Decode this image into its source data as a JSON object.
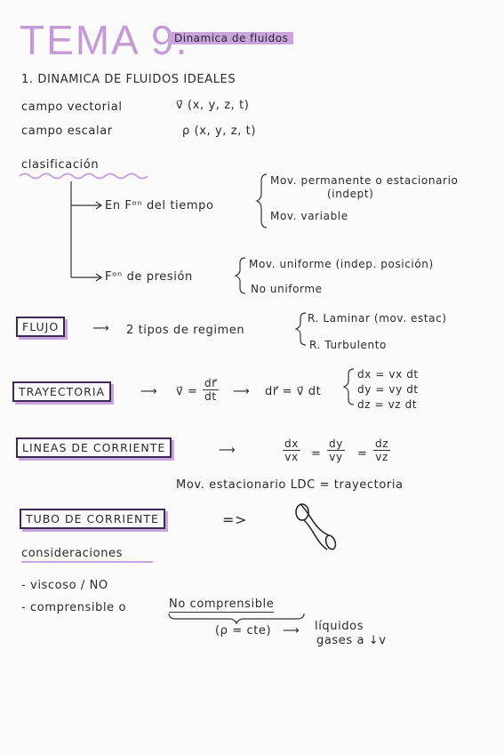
{
  "header": {
    "tema": "TEMA 9.",
    "subtitle": "Dinamica de fluidos"
  },
  "section1": {
    "heading": "1. DINAMICA DE FLUIDOS IDEALES",
    "campo_vectorial_label": "campo vectorial",
    "campo_vectorial_expr": "v⃗ (x, y, z, t)",
    "campo_escalar_label": "campo escalar",
    "campo_escalar_expr": "ρ (x, y, z, t)"
  },
  "clasificacion": {
    "label": "clasificación",
    "branch1_label": "En Fᵒⁿ del tiempo",
    "branch1_option1": "Mov. permanente o estacionario",
    "branch1_option1_note": "(indept)",
    "branch1_option2": "Mov. variable",
    "branch2_label": "Fᵒⁿ de presión",
    "branch2_option1": "Mov. uniforme (indep. posición)",
    "branch2_option2": "No uniforme"
  },
  "flujo": {
    "box": "FLUJO",
    "text": "2 tipos de regimen",
    "option1": "R. Laminar (mov. estac)",
    "option2": "R. Turbulento"
  },
  "trayectoria": {
    "box": "TRAYECTORIA",
    "v_eq": "v⃗ =",
    "dr": "dr⃗",
    "dt": "dt",
    "dr_eq": "dr⃗ = v⃗ dt",
    "eq1": "dx = vx dt",
    "eq2": "dy = vy dt",
    "eq3": "dz = vz dt"
  },
  "lineas": {
    "box": "LINEAS DE CORRIENTE",
    "n1": "dx",
    "d1": "vx",
    "n2": "dy",
    "d2": "vy",
    "n3": "dz",
    "d3": "vz",
    "note": "Mov. estacionario LDC = trayectoria"
  },
  "tubo": {
    "box": "TUBO DE CORRIENTE",
    "arrow": "=>"
  },
  "consideraciones": {
    "label": "consideraciones",
    "item1": "- viscoso / NO",
    "item2_prefix": "- comprensible o",
    "item2_underlined": "No comprensible",
    "rho_const": "(ρ = cte)",
    "arrow_text1": "líquidos",
    "arrow_text2": "gases a ↓v"
  }
}
